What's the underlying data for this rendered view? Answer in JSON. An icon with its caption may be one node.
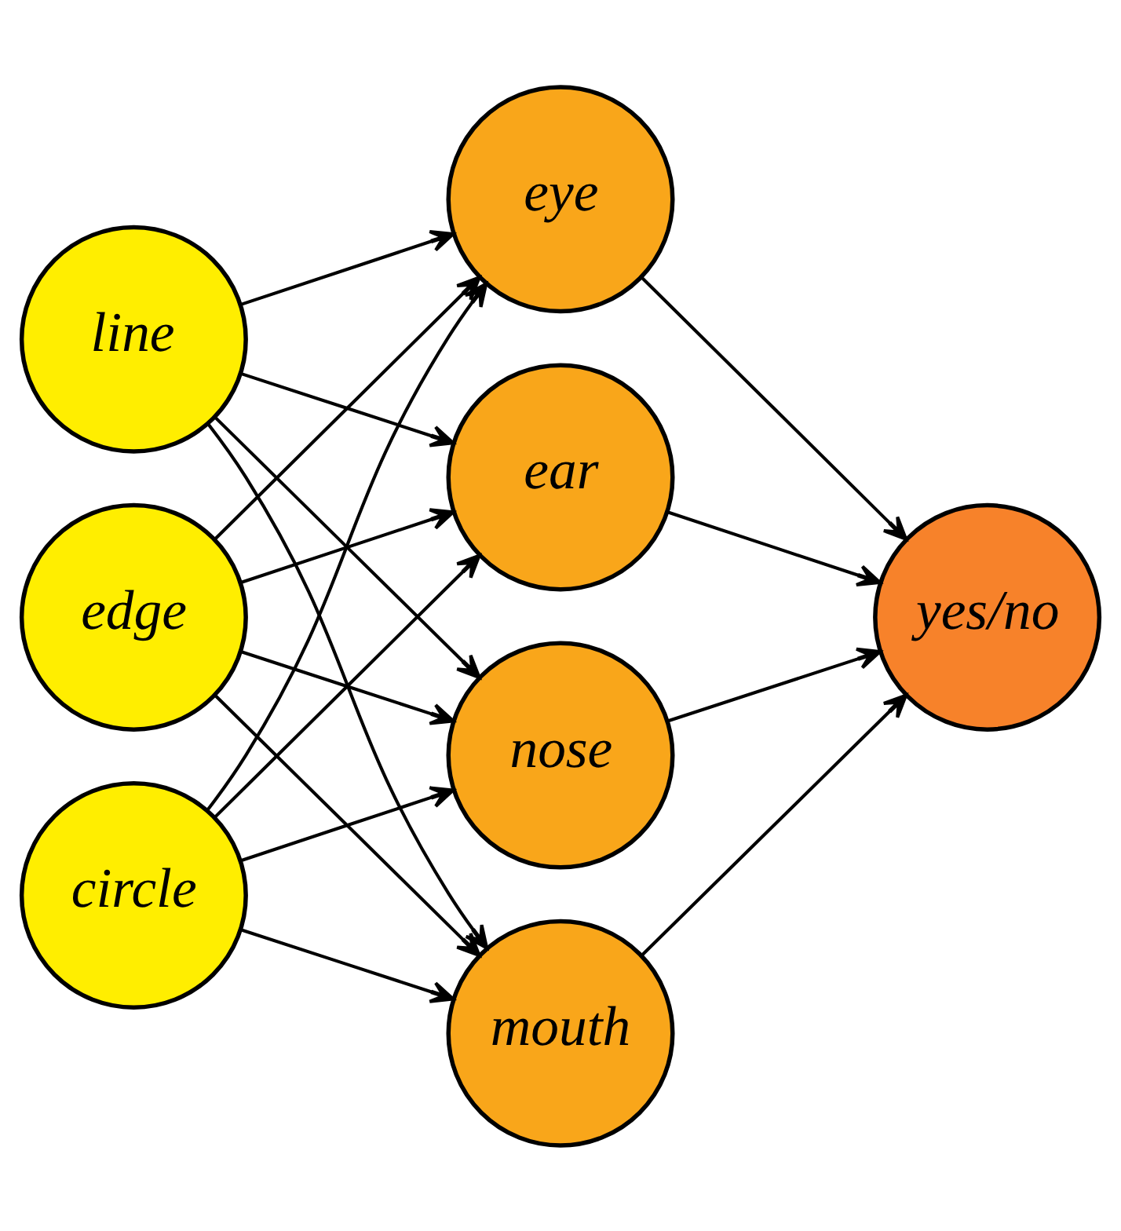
{
  "diagram": {
    "nodes": [
      {
        "text": [
          "line"
        ]
      },
      {
        "text": [
          "edge"
        ]
      },
      {
        "text": [
          "circle"
        ]
      },
      {
        "text": [
          "eye"
        ]
      },
      {
        "text": [
          "ear"
        ]
      },
      {
        "text": [
          "nose"
        ]
      },
      {
        "text": [
          "mouth"
        ]
      },
      {
        "text": [
          "yes/no"
        ]
      }
    ],
    "edges": [
      {
        "from": 0,
        "to": 3,
        "arrow": "to"
      },
      {
        "from": 0,
        "to": 4,
        "arrow": "to"
      },
      {
        "from": 0,
        "to": 5,
        "arrow": "to"
      },
      {
        "from": 0,
        "to": 6,
        "arrow": "to"
      },
      {
        "from": 1,
        "to": 3,
        "arrow": "to"
      },
      {
        "from": 1,
        "to": 4,
        "arrow": "to"
      },
      {
        "from": 1,
        "to": 5,
        "arrow": "to"
      },
      {
        "from": 1,
        "to": 6,
        "arrow": "to"
      },
      {
        "from": 2,
        "to": 3,
        "arrow": "to"
      },
      {
        "from": 2,
        "to": 4,
        "arrow": "to"
      },
      {
        "from": 2,
        "to": 5,
        "arrow": "to"
      },
      {
        "from": 2,
        "to": 6,
        "arrow": "to"
      },
      {
        "from": 3,
        "to": 7,
        "arrow": "to"
      },
      {
        "from": 4,
        "to": 7,
        "arrow": "to"
      },
      {
        "from": 5,
        "to": 7,
        "arrow": "to"
      },
      {
        "from": 6,
        "to": 7,
        "arrow": "to"
      }
    ]
  }
}
